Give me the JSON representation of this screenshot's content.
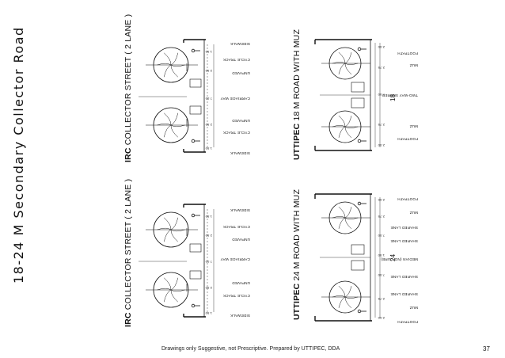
{
  "page": {
    "title": "18-24 M Secondary Collector Road",
    "footer": "Drawings only Suggestive, not Prescriptive. Prepared by UTTIPEC, DDA",
    "page_number": "37"
  },
  "sections": {
    "irc_top": {
      "prefix": "IRC",
      "title": "COLLECTOR STREET  ( 2 LANE )",
      "labels": [
        "SIDEWALK",
        "CYCLE TRACK",
        "UNPAVED",
        "CARRIAGE WAY",
        "UNPAVED",
        "CYCLE TRACK",
        "SIDEWALK"
      ],
      "dims": [
        "1.50",
        "2.50",
        "7.00",
        "2.50",
        "1.50"
      ]
    },
    "irc_bottom": {
      "prefix": "IRC",
      "title": "COLLECTOR STREET  ( 2 LANE )",
      "labels": [
        "SIDEWALK",
        "CYCLE TRACK",
        "UNPAVED",
        "CARRIAGE WAY",
        "UNPAVED",
        "CYCLE TRACK",
        "SIDEWALK"
      ],
      "dims": [
        "1.50",
        "2.50",
        "7.00",
        "2.50",
        "1.50"
      ]
    },
    "uttipec_18": {
      "prefix": "UTTIPEC",
      "title": "18 M ROAD WITH MUZ",
      "width": "18",
      "labels": [
        "FOOTPATH",
        "MUZ",
        "TWO-WAY SHARED",
        "MUZ",
        "FOOTPATH"
      ],
      "dims": [
        "2.00",
        "2.75",
        "7.50",
        "2.75",
        "2.00"
      ]
    },
    "uttipec_24": {
      "prefix": "UTTIPEC",
      "title": "24 M ROAD WITH MUZ",
      "width": "24",
      "labels": [
        "FOOTPATH",
        "MUZ",
        "SHARED LANE",
        "SHARED LANE",
        "MEDIAN (NO-CURB)",
        "SHARED LANE",
        "SHARED LANE",
        "MUZ",
        "FOOTPATH"
      ],
      "dims": [
        "2.00",
        "2.75",
        "7.00",
        "1.50",
        "7.00",
        "2.75",
        "2.00"
      ]
    }
  }
}
